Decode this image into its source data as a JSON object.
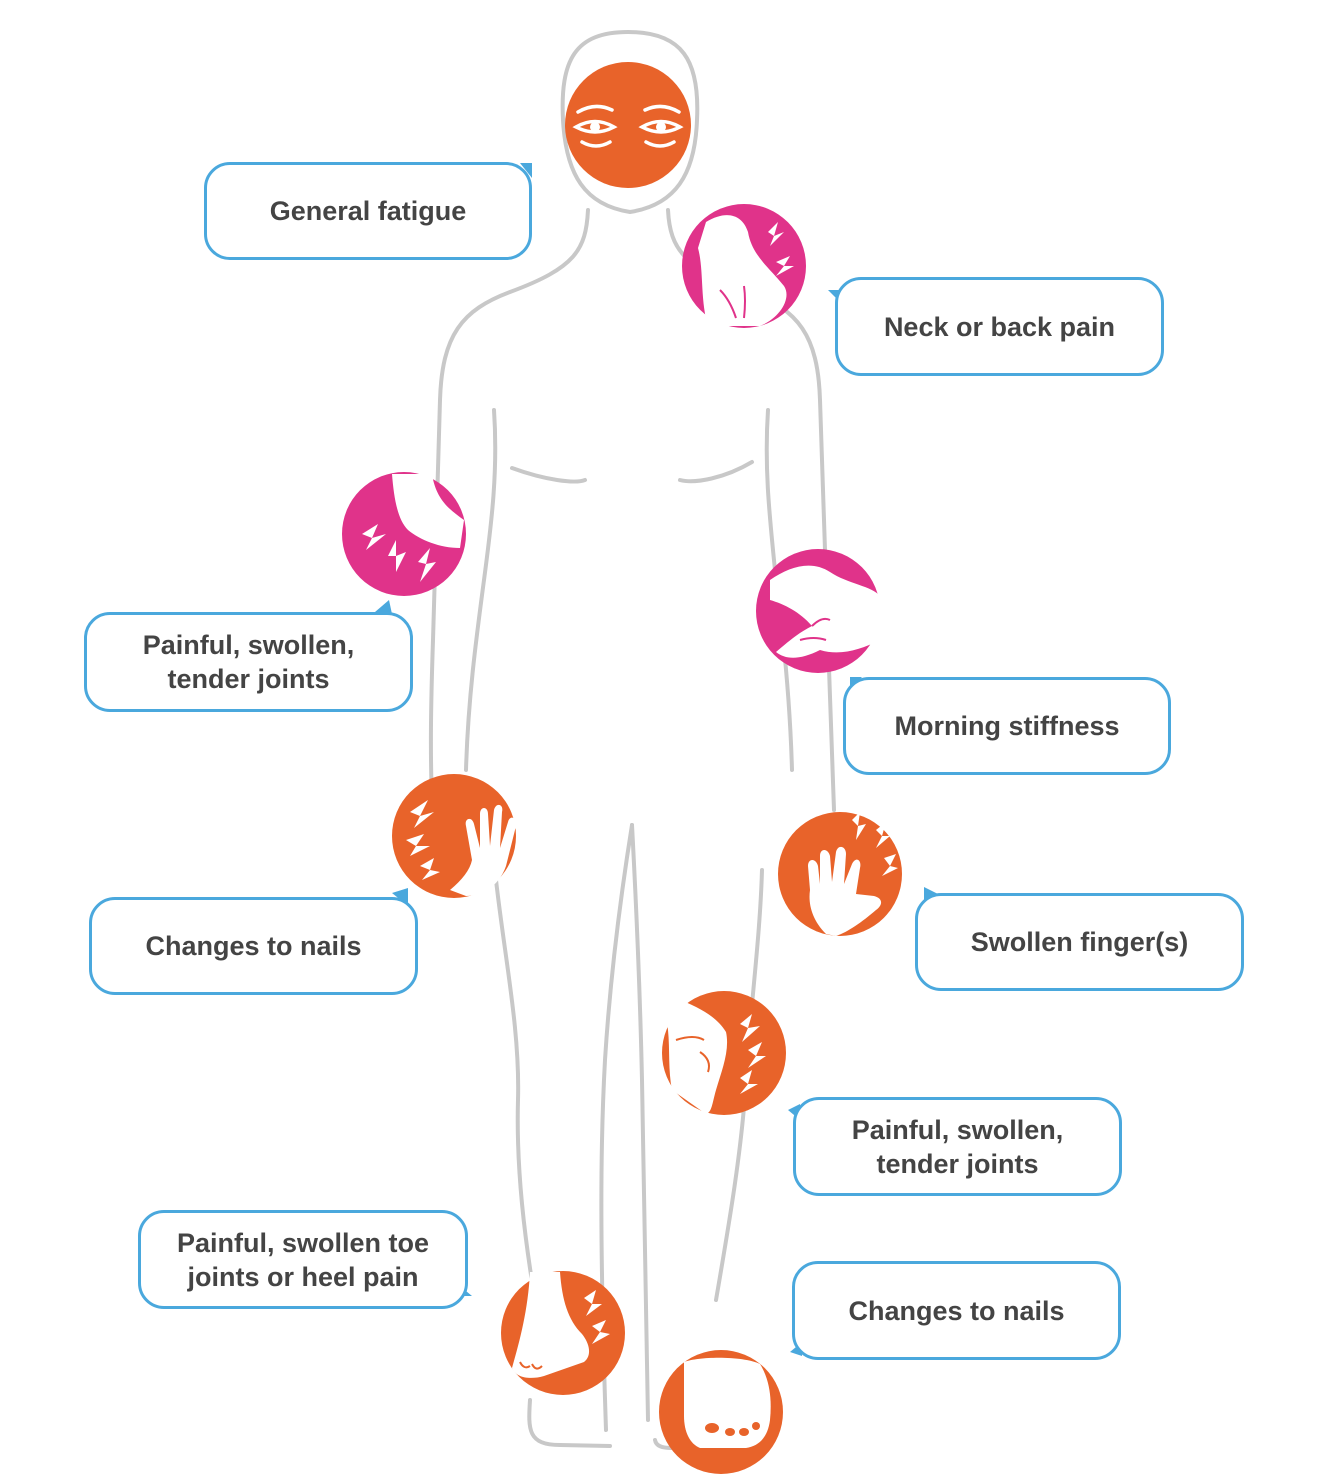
{
  "colors": {
    "outline": "#c8c8c8",
    "orange": "#e8632a",
    "pink": "#e0338a",
    "callout_border": "#4aa8dd",
    "text": "#444444"
  },
  "symptoms": [
    {
      "label": "General fatigue",
      "icon": "face-eyes-icon",
      "badge": "orange"
    },
    {
      "label": "Neck or back pain",
      "icon": "neck-back-icon",
      "badge": "pink"
    },
    {
      "label": "Painful, swollen,\ntender joints",
      "icon": "elbow-joint-icon",
      "badge": "pink"
    },
    {
      "label": "Morning stiffness",
      "icon": "elbow-stiffness-icon",
      "badge": "pink"
    },
    {
      "label": "Changes to nails",
      "icon": "hand-icon",
      "badge": "orange"
    },
    {
      "label": "Swollen finger(s)",
      "icon": "hand-fingers-icon",
      "badge": "orange"
    },
    {
      "label": "Painful, swollen,\ntender joints",
      "icon": "knee-joint-icon",
      "badge": "orange"
    },
    {
      "label": "Painful, swollen toe\njoints or heel pain",
      "icon": "heel-foot-icon",
      "badge": "orange"
    },
    {
      "label": "Changes to nails",
      "icon": "toes-icon",
      "badge": "orange"
    }
  ]
}
